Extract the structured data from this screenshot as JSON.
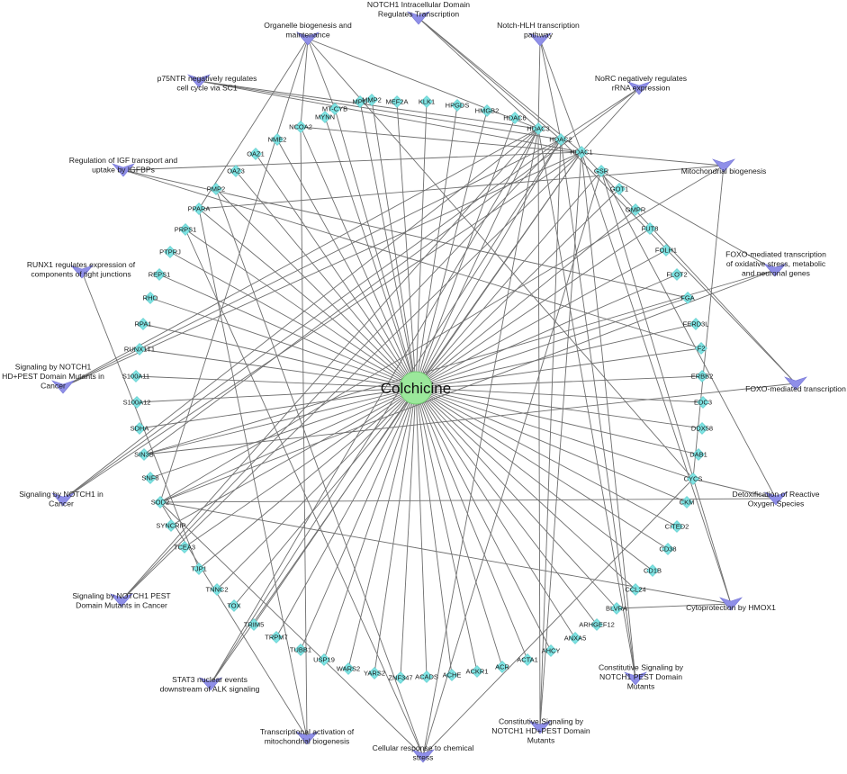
{
  "center": {
    "label": "Colchicine"
  },
  "genes": [
    "MPO",
    "MMP2",
    "MEF2A",
    "KLK1",
    "HPGDS",
    "HMGB2",
    "HDAC6",
    "HDAC3",
    "HDAC2",
    "HDAC1",
    "GSR",
    "GOT1",
    "GMPR",
    "FUT8",
    "FOLH1",
    "FLOT2",
    "FGA",
    "FERD3L",
    "F2",
    "ERBB2",
    "EDC3",
    "DDX58",
    "DAB1",
    "CYCS",
    "CKM",
    "CITED2",
    "CD38",
    "CD1B",
    "CCL24",
    "BLVRA",
    "ARHGEF12",
    "ANXA5",
    "AHCY",
    "ACTA1",
    "ACR",
    "ACKR1",
    "ACHE",
    "ACADS",
    "ZNF347",
    "YARS2",
    "WARS2",
    "USP19",
    "TUBB1",
    "TRPM7",
    "TRIM5",
    "TOX",
    "TNNC2",
    "TJP1",
    "TCEA3",
    "SYNCRIP",
    "SOD2",
    "SNF8",
    "SIN3B",
    "SDHA",
    "S100A12",
    "S100A11",
    "RUNX1T1",
    "RPA1",
    "RHO",
    "REPS1",
    "PTPRJ",
    "PRPS1",
    "PPARA",
    "PMP2",
    "OAZ3",
    "OAZ1",
    "NME2",
    "NCOA2",
    "MYNN",
    "MT-CYB"
  ],
  "pathways": [
    {
      "id": "notch1-icd",
      "lines": [
        "NOTCH1 Intracellular Domain",
        "Regulates Transcription"
      ]
    },
    {
      "id": "notch-hlh",
      "lines": [
        "Notch-HLH transcription",
        "pathway"
      ]
    },
    {
      "id": "organelle",
      "lines": [
        "Organelle biogenesis and",
        "maintenance"
      ]
    },
    {
      "id": "p75ntr",
      "lines": [
        "p75NTR negatively regulates",
        "cell cycle via SC1"
      ]
    },
    {
      "id": "norc",
      "lines": [
        "NoRC negatively regulates",
        "rRNA expression"
      ]
    },
    {
      "id": "igf",
      "lines": [
        "Regulation of IGF transport and",
        "uptake by IGFBPs"
      ]
    },
    {
      "id": "mito-bio",
      "lines": [
        "Mitochondrial biogenesis"
      ]
    },
    {
      "id": "runx1",
      "lines": [
        "RUNX1 regulates expression of",
        "components of tight junctions"
      ]
    },
    {
      "id": "foxo-ox",
      "lines": [
        "FOXO-mediated transcription",
        "of oxidative stress, metabolic",
        "and neuronal genes"
      ]
    },
    {
      "id": "foxo",
      "lines": [
        "FOXO-mediated transcription"
      ]
    },
    {
      "id": "notch1-hdpest-cancer",
      "lines": [
        "Signaling by NOTCH1",
        "HD+PEST Domain Mutants in",
        "Cancer"
      ]
    },
    {
      "id": "notch1-cancer",
      "lines": [
        "Signaling by NOTCH1 in",
        "Cancer"
      ]
    },
    {
      "id": "detox",
      "lines": [
        "Detoxification of Reactive",
        "Oxygen Species"
      ]
    },
    {
      "id": "notch1-pest-cancer",
      "lines": [
        "Signaling by NOTCH1 PEST",
        "Domain Mutants in Cancer"
      ]
    },
    {
      "id": "hmox1",
      "lines": [
        "Cytoprotection by HMOX1"
      ]
    },
    {
      "id": "stat3",
      "lines": [
        "STAT3 nuclear events",
        "downstream of ALK signaling"
      ]
    },
    {
      "id": "const-pest",
      "lines": [
        "Constitutive Signaling by",
        "NOTCH1 PEST Domain",
        "Mutants"
      ]
    },
    {
      "id": "trans-mito",
      "lines": [
        "Transcriptional activation of",
        "mitochondrial biogenesis"
      ]
    },
    {
      "id": "const-hdpest",
      "lines": [
        "Constitutive Signaling by",
        "NOTCH1 HD+PEST Domain",
        "Mutants"
      ]
    },
    {
      "id": "chem-stress",
      "lines": [
        "Cellular response to chemical",
        "stress"
      ]
    }
  ],
  "pathway_links": {
    "notch1-icd": [
      "HDAC3",
      "HDAC1",
      "HDAC2"
    ],
    "notch-hlh": [
      "HDAC3",
      "HDAC1",
      "HDAC2"
    ],
    "organelle": [
      "NCOA2",
      "PPARA",
      "SOD2",
      "CYCS",
      "MT-CYB",
      "HDAC3"
    ],
    "p75ntr": [
      "HDAC3",
      "HDAC1",
      "HDAC2"
    ],
    "norc": [
      "HDAC1",
      "HDAC2",
      "SIN3B"
    ],
    "igf": [
      "FGA",
      "F2",
      "HDAC1"
    ],
    "mito-bio": [
      "NCOA2",
      "PPARA",
      "SOD2",
      "CYCS"
    ],
    "runx1": [
      "TJP1"
    ],
    "foxo-ox": [
      "GSR",
      "SOD2",
      "SIN3B"
    ],
    "foxo": [
      "HDAC1",
      "HDAC2",
      "SIN3B"
    ],
    "notch1-hdpest-cancer": [
      "HDAC3",
      "HDAC1",
      "HDAC2"
    ],
    "notch1-cancer": [
      "HDAC3",
      "HDAC1",
      "HDAC2"
    ],
    "detox": [
      "SOD2",
      "GSR",
      "CYCS"
    ],
    "notch1-pest-cancer": [
      "HDAC3",
      "HDAC1",
      "HDAC2"
    ],
    "hmox1": [
      "HDAC1",
      "BLVRA",
      "SOD2",
      "GSR"
    ],
    "stat3": [
      "HDAC1",
      "HDAC2",
      "HDAC3"
    ],
    "const-pest": [
      "HDAC3",
      "HDAC1",
      "HDAC2"
    ],
    "trans-mito": [
      "NCOA2",
      "PPARA",
      "SOD2"
    ],
    "const-hdpest": [
      "HDAC3",
      "HDAC1",
      "HDAC2"
    ],
    "chem-stress": [
      "SOD2",
      "GSR",
      "CYCS",
      "HDAC3",
      "PRPS1",
      "PMP2"
    ]
  },
  "colors": {
    "edge": "#6e6e6e",
    "gene": "#7fe3e3",
    "pathway": "#8f8fe8",
    "center": "#9be89b"
  }
}
